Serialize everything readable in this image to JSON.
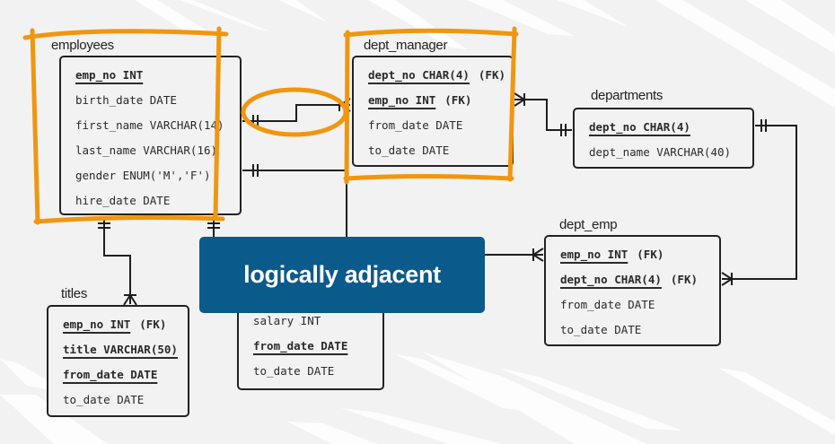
{
  "diagram": {
    "type": "entity-relationship",
    "highlight_color": "#f0960f",
    "overlay": {
      "label": "logically adjacent",
      "color": "#0b5a8c"
    },
    "tables": {
      "employees": {
        "name": "employees",
        "fields": [
          {
            "text": "emp_no INT",
            "key": true,
            "fk": ""
          },
          {
            "text": "birth_date DATE",
            "key": false,
            "fk": ""
          },
          {
            "text": "first_name VARCHAR(14)",
            "key": false,
            "fk": ""
          },
          {
            "text": "last_name VARCHAR(16)",
            "key": false,
            "fk": ""
          },
          {
            "text": "gender ENUM('M','F')",
            "key": false,
            "fk": ""
          },
          {
            "text": "hire_date DATE",
            "key": false,
            "fk": ""
          }
        ]
      },
      "dept_manager": {
        "name": "dept_manager",
        "fields": [
          {
            "text": "dept_no CHAR(4)",
            "key": true,
            "fk": "(FK)"
          },
          {
            "text": "emp_no INT",
            "key": true,
            "fk": "(FK)"
          },
          {
            "text": "from_date DATE",
            "key": false,
            "fk": ""
          },
          {
            "text": "to_date DATE",
            "key": false,
            "fk": ""
          }
        ]
      },
      "departments": {
        "name": "departments",
        "fields": [
          {
            "text": "dept_no CHAR(4)",
            "key": true,
            "fk": ""
          },
          {
            "text": "dept_name VARCHAR(40)",
            "key": false,
            "fk": ""
          }
        ]
      },
      "dept_emp": {
        "name": "dept_emp",
        "fields": [
          {
            "text": "emp_no INT",
            "key": true,
            "fk": "(FK)"
          },
          {
            "text": "dept_no CHAR(4)",
            "key": true,
            "fk": "(FK)"
          },
          {
            "text": "from_date DATE",
            "key": false,
            "fk": ""
          },
          {
            "text": "to_date DATE",
            "key": false,
            "fk": ""
          }
        ]
      },
      "titles": {
        "name": "titles",
        "fields": [
          {
            "text": "emp_no INT",
            "key": true,
            "fk": "(FK)"
          },
          {
            "text": "title VARCHAR(50)",
            "key": true,
            "fk": ""
          },
          {
            "text": "from_date DATE",
            "key": true,
            "fk": ""
          },
          {
            "text": "to_date DATE",
            "key": false,
            "fk": ""
          }
        ]
      },
      "salaries": {
        "name": "",
        "fields": [
          {
            "text": "salary INT",
            "key": false,
            "fk": ""
          },
          {
            "text": "from_date DATE",
            "key": true,
            "fk": ""
          },
          {
            "text": "to_date DATE",
            "key": false,
            "fk": ""
          }
        ]
      }
    },
    "relationships": [
      {
        "from": "employees",
        "to": "dept_manager",
        "from_card": "one",
        "to_card": "many",
        "highlighted": true
      },
      {
        "from": "departments",
        "to": "dept_manager",
        "from_card": "one",
        "to_card": "many",
        "highlighted": false
      },
      {
        "from": "departments",
        "to": "dept_emp",
        "from_card": "one",
        "to_card": "many",
        "highlighted": false
      },
      {
        "from": "employees",
        "to": "dept_emp",
        "from_card": "one",
        "to_card": "many",
        "highlighted": false
      },
      {
        "from": "employees",
        "to": "titles",
        "from_card": "one",
        "to_card": "many",
        "highlighted": false
      },
      {
        "from": "employees",
        "to": "salaries",
        "from_card": "one",
        "to_card": "many",
        "highlighted": false
      }
    ]
  }
}
